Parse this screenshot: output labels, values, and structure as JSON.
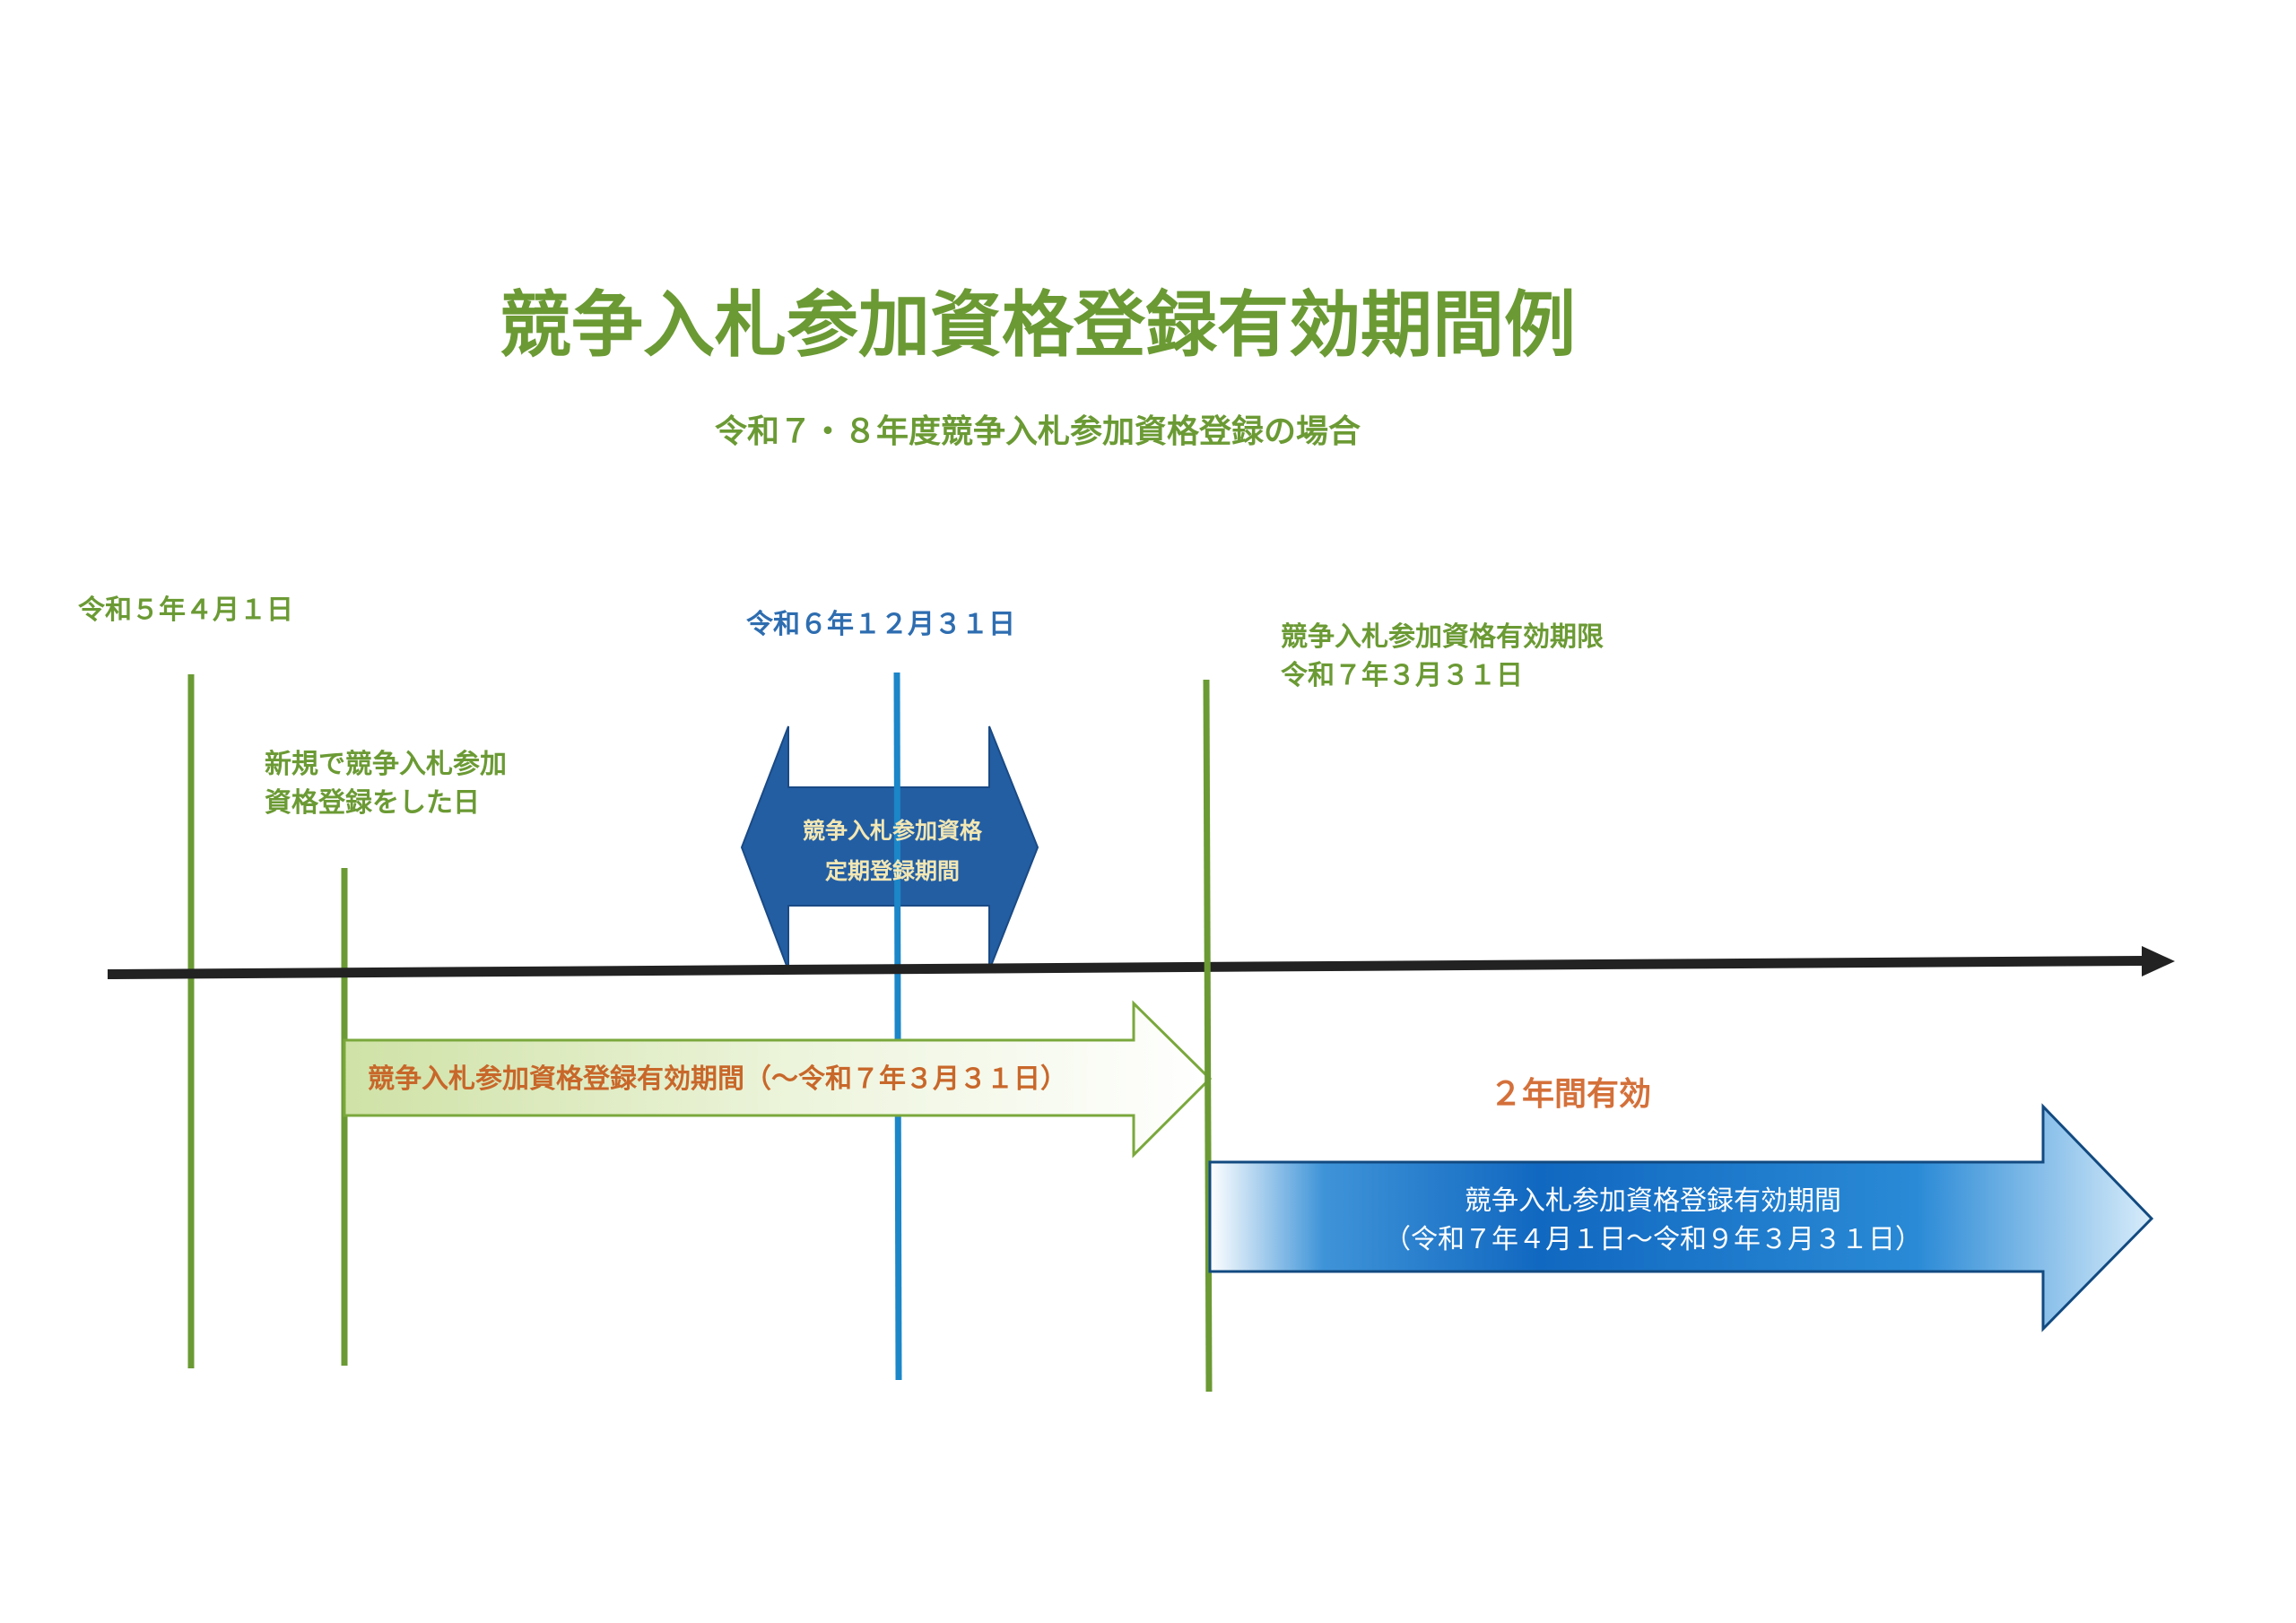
{
  "title": "競争入札参加資格登録有効期間例",
  "subtitle": "令和７・８年度競争入札参加資格登録の場合",
  "markers": {
    "start_date": "令和５年４月１日",
    "new_registration_line1": "新規で競争入札参加",
    "new_registration_line2": "資格登録をした日",
    "regular_period_date": "令和６年１２月３１日",
    "expiry_line1": "競争入札参加資格有効期限",
    "expiry_line2": "令和７年３月３１日"
  },
  "regular_period_box": {
    "line1": "競争入札参加資格",
    "line2": "定期登録期間"
  },
  "current_period_arrow": "競争入札参加資格登録有効期間（～令和７年３月３１日）",
  "two_year_label": "２年間有効",
  "next_period_arrow": {
    "line1": "競争入札参加資格登録有効期間",
    "line2": "（令和７年４月１日～令和９年３月３１日）"
  },
  "colors": {
    "green": "#6b9a34",
    "blue_text": "#2e6db0",
    "blue_line": "#1b86c8",
    "navy": "#235ea3",
    "orange": "#c8672a",
    "axis": "#222222"
  }
}
